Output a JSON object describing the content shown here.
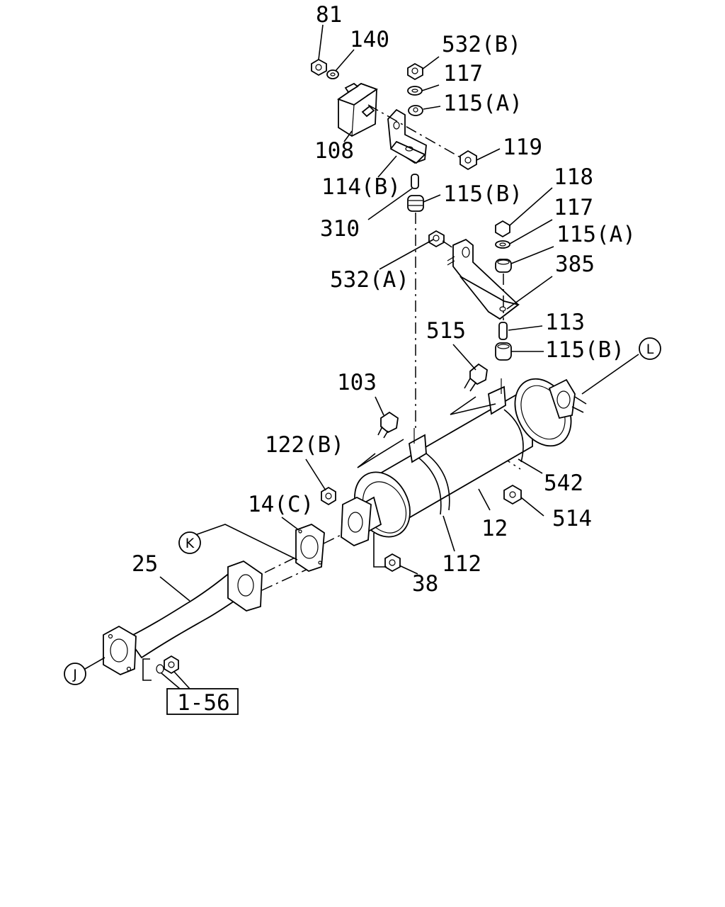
{
  "callouts": {
    "c81": "81",
    "c140": "140",
    "c532b": "532(B)",
    "c117a": "117",
    "c115a_top": "115(A)",
    "c108": "108",
    "c119": "119",
    "c114b": "114(B)",
    "c115b_top": "115(B)",
    "c310": "310",
    "c118": "118",
    "c117b": "117",
    "c115a_right": "115(A)",
    "c385": "385",
    "c532a": "532(A)",
    "c515": "515",
    "c113": "113",
    "c115b_right": "115(B)",
    "c103": "103",
    "c122b": "122(B)",
    "c542": "542",
    "c514": "514",
    "c12": "12",
    "c14c": "14(C)",
    "c112": "112",
    "c38": "38",
    "c25": "25"
  },
  "refs": {
    "L": "L",
    "K": "K",
    "J": "J",
    "page_ref": "1-56"
  }
}
